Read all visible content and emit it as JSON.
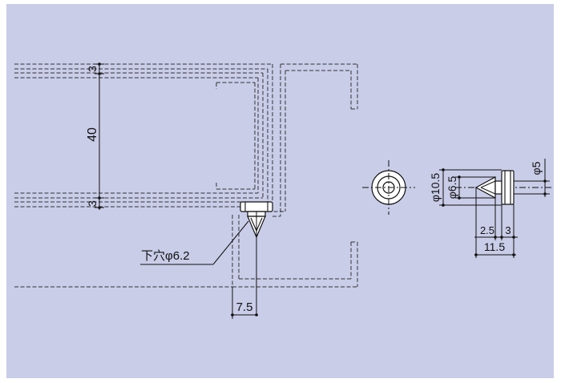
{
  "colors": {
    "background": "#c9cde8",
    "frame": "#ffffff",
    "line": "#111111",
    "part_fill": "#ffffff"
  },
  "labels": {
    "dim_top_3": "3",
    "dim_40": "40",
    "dim_bottom_3": "3",
    "hole_callout": "下穴φ6.2",
    "dim_7_5": "7.5",
    "dia_10_5": "φ10.5",
    "dia_6_5": "φ6.5",
    "dia_5": "φ5",
    "dim_2_5": "2.5",
    "dim_3_side": "3",
    "dim_11_5": "11.5"
  }
}
